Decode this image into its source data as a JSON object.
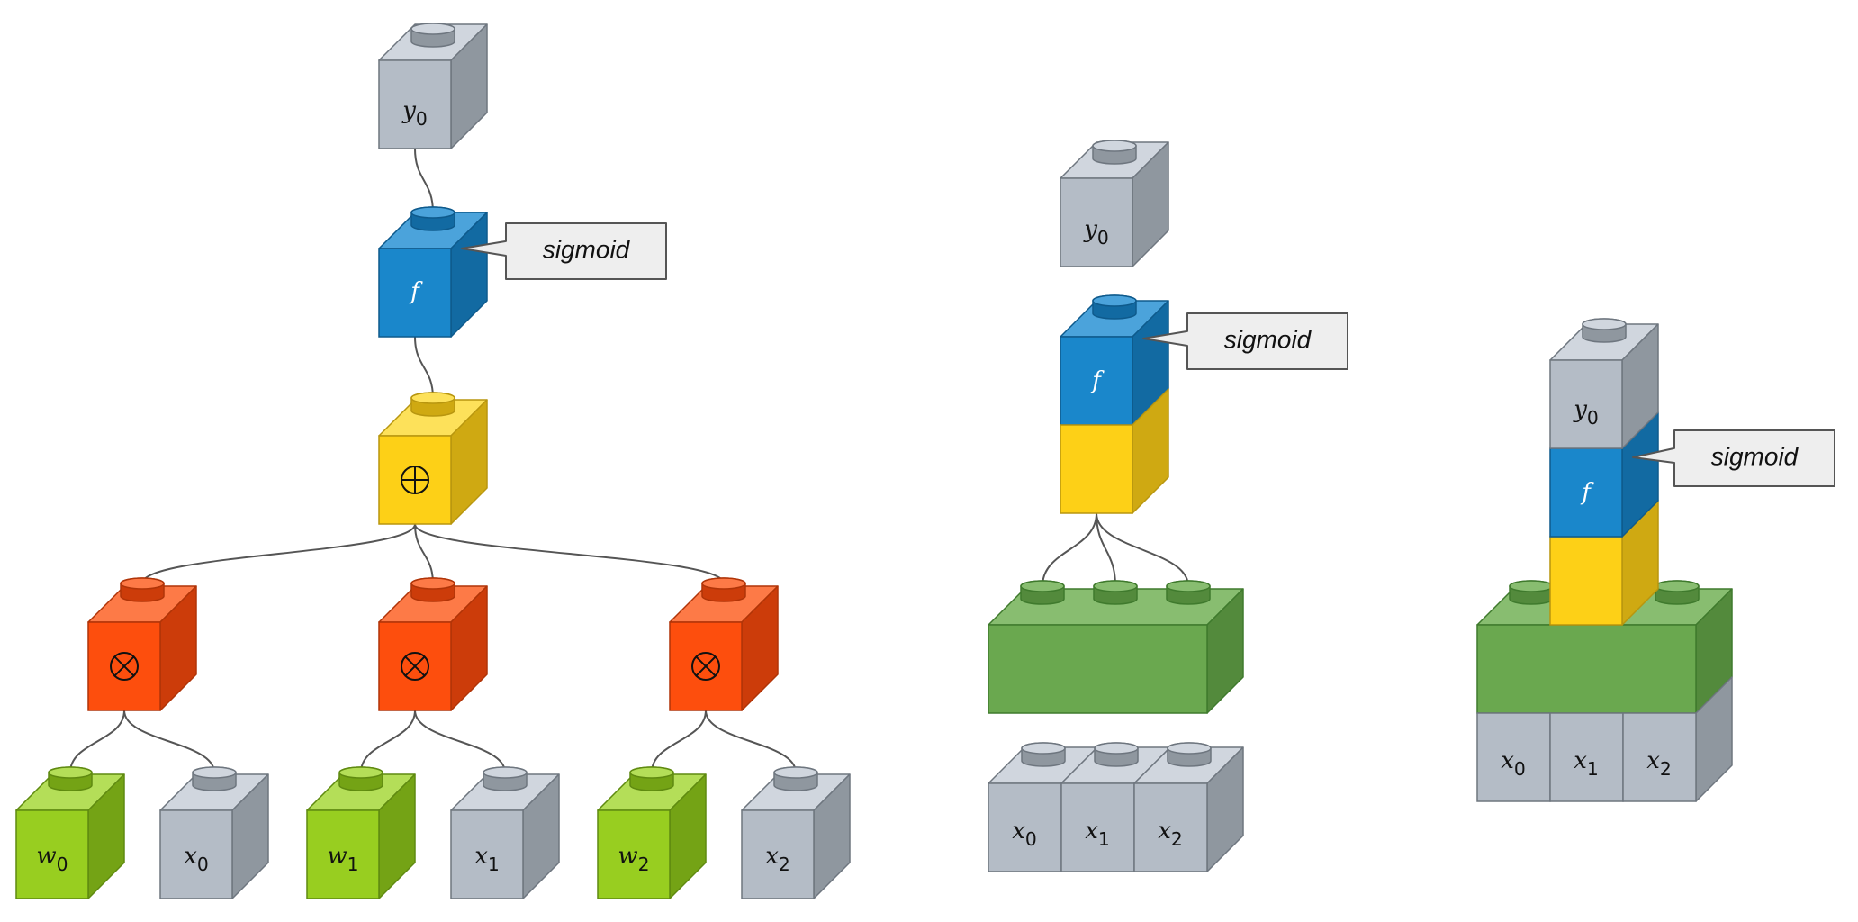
{
  "colors": {
    "gray": {
      "front": "#b4bcc6",
      "top": "#d0d6de",
      "side": "#8f979f",
      "stroke": "#6e767f"
    },
    "blue": {
      "front": "#1a87cb",
      "top": "#4ba3db",
      "side": "#126aa2",
      "stroke": "#0e5a8c"
    },
    "yellow": {
      "front": "#fdd017",
      "top": "#fde15a",
      "side": "#cfa912",
      "stroke": "#b8960f"
    },
    "orange": {
      "front": "#fd4e0d",
      "top": "#fd7a47",
      "side": "#cc3c0a",
      "stroke": "#b03408"
    },
    "lime": {
      "front": "#98ce20",
      "top": "#b4de58",
      "side": "#74a315",
      "stroke": "#5f8a10"
    },
    "green": {
      "front": "#6aa84f",
      "top": "#88bd70",
      "side": "#538a3c",
      "stroke": "#3f7a2d"
    },
    "wire": "#555555",
    "callout_fill": "#eeeeee",
    "callout_stroke": "#555555"
  },
  "tree": {
    "output": {
      "var": "y",
      "sub": "0"
    },
    "activation": {
      "var": "f",
      "callout": "sigmoid"
    },
    "sum": {
      "symbol": "⊕"
    },
    "products": [
      {
        "symbol": "⊗",
        "weight": {
          "var": "w",
          "sub": "0"
        },
        "input": {
          "var": "x",
          "sub": "0"
        }
      },
      {
        "symbol": "⊗",
        "weight": {
          "var": "w",
          "sub": "1"
        },
        "input": {
          "var": "x",
          "sub": "1"
        }
      },
      {
        "symbol": "⊗",
        "weight": {
          "var": "w",
          "sub": "2"
        },
        "input": {
          "var": "x",
          "sub": "2"
        }
      }
    ]
  },
  "layer": {
    "output": {
      "var": "y",
      "sub": "0"
    },
    "activation": {
      "var": "f",
      "callout": "sigmoid"
    },
    "inputs": [
      {
        "var": "x",
        "sub": "0"
      },
      {
        "var": "x",
        "sub": "1"
      },
      {
        "var": "x",
        "sub": "2"
      }
    ]
  },
  "stacked": {
    "output": {
      "var": "y",
      "sub": "0"
    },
    "activation": {
      "var": "f",
      "callout": "sigmoid"
    },
    "inputs": [
      {
        "var": "x",
        "sub": "0"
      },
      {
        "var": "x",
        "sub": "1"
      },
      {
        "var": "x",
        "sub": "2"
      }
    ]
  }
}
